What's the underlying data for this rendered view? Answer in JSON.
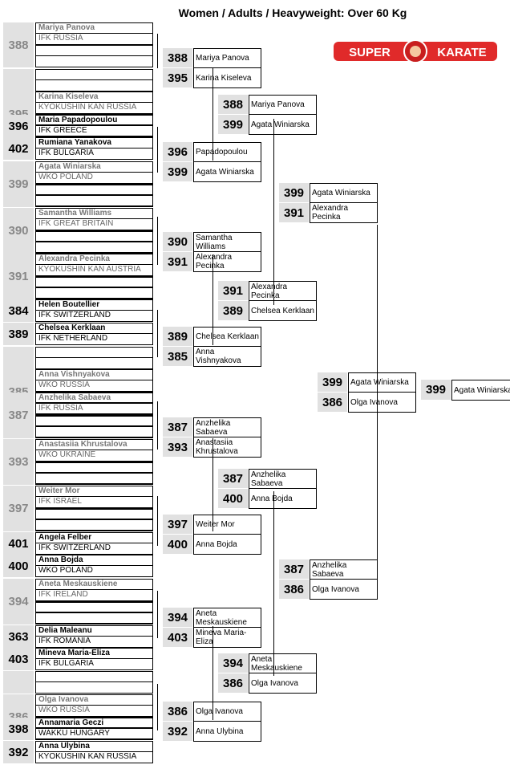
{
  "title": "Women / Adults / Heavyweight: Over 60 Kg",
  "logo": {
    "left": "SUPER",
    "right": "KARATE",
    "accent": "#e02a2a"
  },
  "entries": [
    {
      "num": "388",
      "name": "Mariya Panova",
      "club": "IFK RUSSIA",
      "seed": true
    },
    {
      "num": "395",
      "name": "Karina Kiseleva",
      "club": "KYOKUSHIN KAN RUSSIA",
      "seed": true
    },
    {
      "num": "396",
      "name": "Maria Papadopoulou",
      "club": "IFK GREECE",
      "seed": false
    },
    {
      "num": "402",
      "name": "Rumiana Yanakova",
      "club": "IFK BULGARIA",
      "seed": false
    },
    {
      "num": "399",
      "name": "Agata Winiarska",
      "club": "WKO POLAND",
      "seed": true
    },
    {
      "num": "390",
      "name": "Samantha Williams",
      "club": "IFK GREAT BRITAIN",
      "seed": true
    },
    {
      "num": "391",
      "name": "Alexandra Pecinka",
      "club": "KYOKUSHIN KAN AUSTRIA",
      "seed": true
    },
    {
      "num": "384",
      "name": "Helen Boutellier",
      "club": "IFK SWITZERLAND",
      "seed": false
    },
    {
      "num": "389",
      "name": "Chelsea Kerklaan",
      "club": "IFK NETHERLAND",
      "seed": false
    },
    {
      "num": "385",
      "name": "Anna Vishnyakova",
      "club": "WKO RUSSIA",
      "seed": true
    },
    {
      "num": "387",
      "name": "Anzhelika Sabaeva",
      "club": "IFK RUSSIA",
      "seed": true
    },
    {
      "num": "393",
      "name": "Anastasiia Khrustalova",
      "club": "WKO UKRAINE",
      "seed": true
    },
    {
      "num": "397",
      "name": "Weiter Mor",
      "club": "IFK ISRAEL",
      "seed": true
    },
    {
      "num": "401",
      "name": "Angela Felber",
      "club": "IFK SWITZERLAND",
      "seed": false
    },
    {
      "num": "400",
      "name": "Anna Bojda",
      "club": "WKO POLAND",
      "seed": false
    },
    {
      "num": "394",
      "name": "Aneta Meskauskiene",
      "club": "IFK IRELAND",
      "seed": true
    },
    {
      "num": "363",
      "name": "Delia Maleanu",
      "club": "IFK ROMANIA",
      "seed": false
    },
    {
      "num": "403",
      "name": "Mineva Maria-Eliza",
      "club": "IFK BULGARIA",
      "seed": false
    },
    {
      "num": "386",
      "name": "Olga Ivanova",
      "club": "WKO RUSSIA",
      "seed": true
    },
    {
      "num": "398",
      "name": "Annamaria Geczi",
      "club": "WAKKU HUNGARY",
      "seed": false
    },
    {
      "num": "392",
      "name": "Anna Ulybina",
      "club": "KYOKUSHIN KAN RUSSIA",
      "seed": false
    }
  ],
  "round2": [
    [
      {
        "num": "388",
        "name": "Mariya Panova"
      },
      {
        "num": "395",
        "name": "Karina Kiseleva"
      }
    ],
    [
      {
        "num": "396",
        "name": "Papadopoulou"
      },
      {
        "num": "399",
        "name": "Agata Winiarska"
      }
    ],
    [
      {
        "num": "390",
        "name": "Samantha Williams"
      },
      {
        "num": "391",
        "name": "Alexandra Pecinka"
      }
    ],
    [
      {
        "num": "389",
        "name": "Chelsea Kerklaan"
      },
      {
        "num": "385",
        "name": "Anna Vishnyakova"
      }
    ],
    [
      {
        "num": "387",
        "name": "Anzhelika Sabaeva"
      },
      {
        "num": "393",
        "name": "Anastasiia Khrustalova"
      }
    ],
    [
      {
        "num": "397",
        "name": "Weiter Mor"
      },
      {
        "num": "400",
        "name": "Anna Bojda"
      }
    ],
    [
      {
        "num": "394",
        "name": "Aneta Meskauskiene"
      },
      {
        "num": "403",
        "name": "Mineva Maria-Eliza"
      }
    ],
    [
      {
        "num": "386",
        "name": "Olga Ivanova"
      },
      {
        "num": "392",
        "name": "Anna Ulybina"
      }
    ]
  ],
  "round3": [
    [
      {
        "num": "388",
        "name": "Mariya Panova"
      },
      {
        "num": "399",
        "name": "Agata Winiarska"
      }
    ],
    [
      {
        "num": "391",
        "name": "Alexandra Pecinka"
      },
      {
        "num": "389",
        "name": "Chelsea Kerklaan"
      }
    ],
    [
      {
        "num": "387",
        "name": "Anzhelika Sabaeva"
      },
      {
        "num": "400",
        "name": "Anna Bojda"
      }
    ],
    [
      {
        "num": "394",
        "name": "Aneta Meskauskiene"
      },
      {
        "num": "386",
        "name": "Olga Ivanova"
      }
    ]
  ],
  "round4": [
    [
      {
        "num": "399",
        "name": "Agata Winiarska"
      },
      {
        "num": "391",
        "name": "Alexandra Pecinka"
      }
    ],
    [
      {
        "num": "387",
        "name": "Anzhelika Sabaeva"
      },
      {
        "num": "386",
        "name": "Olga Ivanova"
      }
    ]
  ],
  "final": [
    {
      "num": "399",
      "name": "Agata Winiarska"
    },
    {
      "num": "386",
      "name": "Olga Ivanova"
    }
  ],
  "winner": {
    "num": "399",
    "name": "Agata Winiarska"
  }
}
